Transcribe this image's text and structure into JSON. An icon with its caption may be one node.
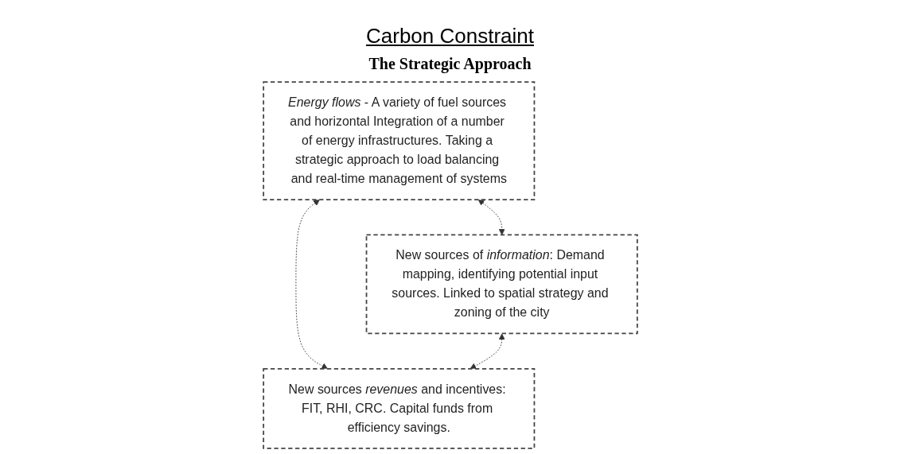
{
  "diagram": {
    "title": "Carbon Constraint",
    "nodes": [
      {
        "text": [
          "*Energy flows* - A variety of fuel sources and horizontal Integration of a number of energy infrastructures. Taking a strategic approach to load balancing and real-time management of systems"
        ]
      },
      {
        "text": [
          "New sources of *information*: Demand mapping, identifying potential input sources. Linked to spatial strategy and zoning of the city"
        ]
      },
      {
        "text": [
          "New sources *revenues* and incentives: FIT, RHI, CRC. Capital funds from efficiency savings."
        ]
      }
    ],
    "edges": [
      {
        "from": 0,
        "to": 1,
        "arrow": "both",
        "style": "dashed"
      },
      {
        "from": 0,
        "to": 2,
        "arrow": "both",
        "style": "dashed"
      },
      {
        "from": 1,
        "to": 2,
        "arrow": "both",
        "style": "dashed"
      }
    ],
    "labels": [
      "The Strategic Approach"
    ]
  }
}
